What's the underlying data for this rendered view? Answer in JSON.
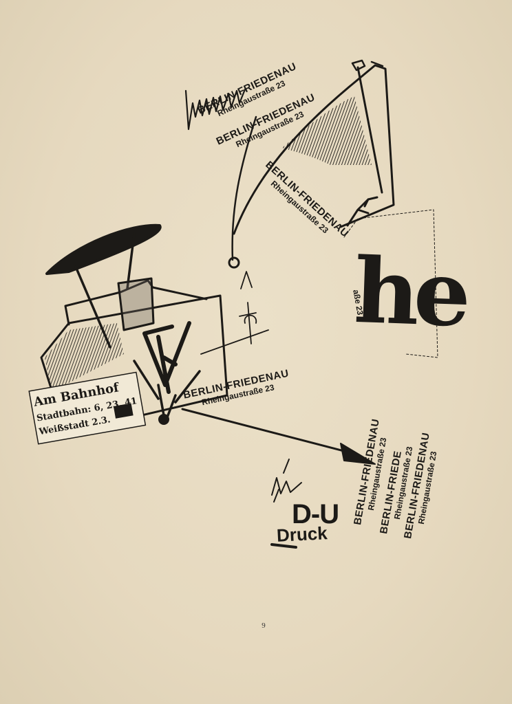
{
  "page": {
    "number": "9",
    "background_color": "#e8dcc2",
    "ink_color": "#1c1a17"
  },
  "stamps": [
    {
      "line1": "BERLIN-FRIEDENAU",
      "line2": "Rheingaustraße 23"
    },
    {
      "line1": "BERLIN-FRIEDENAU",
      "line2": "Rheingaustraße 23"
    },
    {
      "line1": "BERLIN-FRIEDENAU",
      "line2": "Rheingaustraße 23"
    },
    {
      "line1": "BERLIN-FRIEDENAU",
      "line2": "Rheingaustraße 23"
    },
    {
      "line1": "BERLIN-FRIEDENAU",
      "line2": "Rheingaustraße 23"
    },
    {
      "line1": "BERLIN-FRIEDE",
      "line2": "Rheingaustraße 23"
    },
    {
      "line1": "BERLIN-FRIEDENAU",
      "line2": "Rheingaustraße 23"
    }
  ],
  "clipping": {
    "line1": "Am Bahnhof",
    "line2": "Stadtbahn: 6, 23, 41",
    "line3": "Weißstadt 2.3."
  },
  "fragments": {
    "big_letters": "he",
    "edge_text": "aße 23",
    "du_heading": "D-U",
    "du_sub": "Druck"
  }
}
